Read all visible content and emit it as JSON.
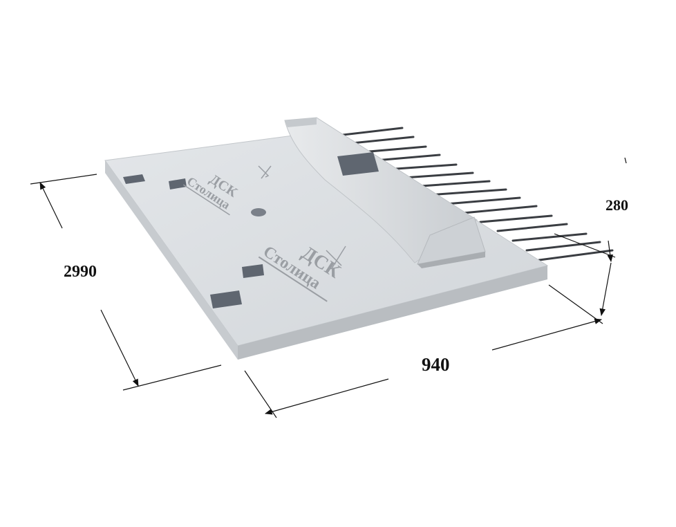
{
  "dimensions": {
    "length": "2990",
    "width": "940",
    "height": "280"
  },
  "logo": {
    "line1": "ДСК",
    "line2": "Столица"
  },
  "colors": {
    "concrete_top": "#d9dde1",
    "concrete_side": "#c4c8cc",
    "concrete_front": "#b9bdc1",
    "recess": "#5f6670",
    "rebar": "#3a3d42",
    "dimension_line": "#111111"
  }
}
